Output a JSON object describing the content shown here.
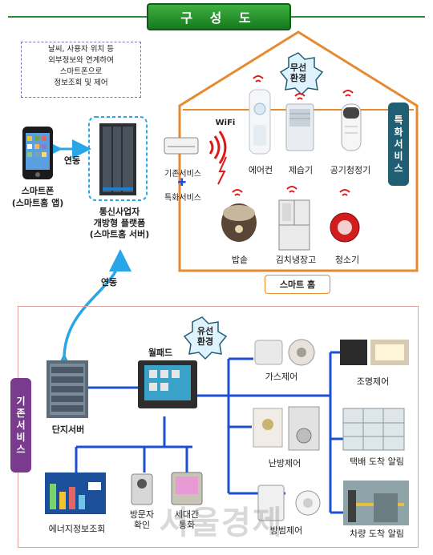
{
  "title": "구 성 도",
  "info_box": {
    "lines": [
      "날씨, 사용자 위치 등",
      "외부정보와 연계하여",
      "스마트폰으로",
      "정보조회 및 제어"
    ]
  },
  "smartphone": {
    "label_line1": "스마트폰",
    "label_line2": "(스마트홈 앱)"
  },
  "link_label_top": "연동",
  "platform": {
    "label_line1": "통신사업자",
    "label_line2": "개방형 플랫폼",
    "label_line3": "(스마트홈 서버)"
  },
  "link_label_bottom": "연동",
  "wifi_label": "WiFi",
  "basic_service": "기존서비스",
  "special_service": "특화서비스",
  "plus": "✚",
  "wireless_badge": {
    "line1": "무선",
    "line2": "환경"
  },
  "wireless_devices": [
    "에어컨",
    "제습기",
    "공기청정기",
    "밥솥",
    "김치냉장고",
    "청소기"
  ],
  "special_tag": [
    "특",
    "화",
    "서",
    "비",
    "스"
  ],
  "smarthome_label": "스마트 홈",
  "wired_badge": {
    "line1": "유선",
    "line2": "환경"
  },
  "wallpad_label": "월패드",
  "complex_server_label": "단지서버",
  "existing_tag": [
    "기",
    "존",
    "서",
    "비",
    "스"
  ],
  "wired_services": {
    "gas": "가스제어",
    "lighting": "조명제어",
    "heating": "난방제어",
    "parcel": "택배 도착 알림",
    "ventilation": "방범제어",
    "car": "차량 도착 알림",
    "energy": "에너지정보조회",
    "visitor": [
      "방문자",
      "확인"
    ],
    "intercom": [
      "세대간",
      "통화"
    ]
  },
  "watermark": "서울경제",
  "colors": {
    "title_green": "#1e8a2a",
    "house_orange": "#e58a2e",
    "wire_blue": "#1d4fd6",
    "arrow_blue": "#29a6e6",
    "signal_red": "#e01818"
  }
}
